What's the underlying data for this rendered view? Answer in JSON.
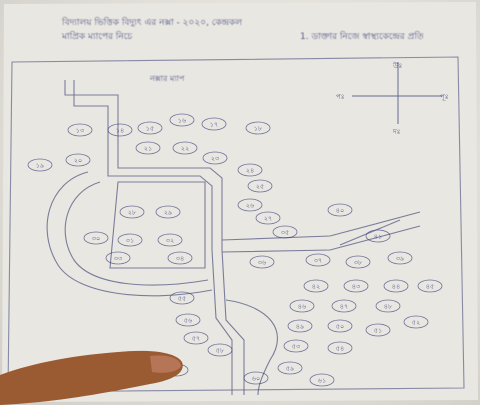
{
  "header": {
    "line1": "বিদ্যালয় ভিত্তিক বিদ্যুৎ এর নক্সা - ২০২০, কেন্দ্রকল",
    "line2": "মাপ্রিক ম্যাপের নিচে",
    "right": "1. ডাক্তার নিজে স্বাস্থ্যকেন্দ্রের প্রতি"
  },
  "map": {
    "title": "নক্সার ম্যাপ"
  },
  "compass": {
    "north": "উঃ",
    "south": "দঃ",
    "east": "পূঃ",
    "west": "পঃ"
  },
  "colors": {
    "paper": "#e9e7e1",
    "ink": "#3a3f7a",
    "skin": "#9a5a32"
  },
  "house_labels": [
    "১৩",
    "১৪",
    "১৫",
    "১৬",
    "১৭",
    "১৮",
    "১৯",
    "২০",
    "২১",
    "২২",
    "২৩",
    "২৪",
    "২৫",
    "২৬",
    "২৭",
    "২৮",
    "২৯",
    "৩০",
    "৩১",
    "৩২",
    "৩৩",
    "৩৪",
    "৩৫",
    "৩৬",
    "৩৭",
    "৩৮",
    "৩৯",
    "৪০",
    "৪১",
    "৪২",
    "৪৩",
    "৪৪",
    "৪৫",
    "৪৬",
    "৪৭",
    "৪৮",
    "৪৯",
    "৫০",
    "৫১",
    "৫২",
    "৫৩",
    "৫৪",
    "৫৫",
    "৫৬",
    "৫৭",
    "৫৮",
    "৫৯",
    "৬০",
    "৬১",
    "৬২"
  ]
}
